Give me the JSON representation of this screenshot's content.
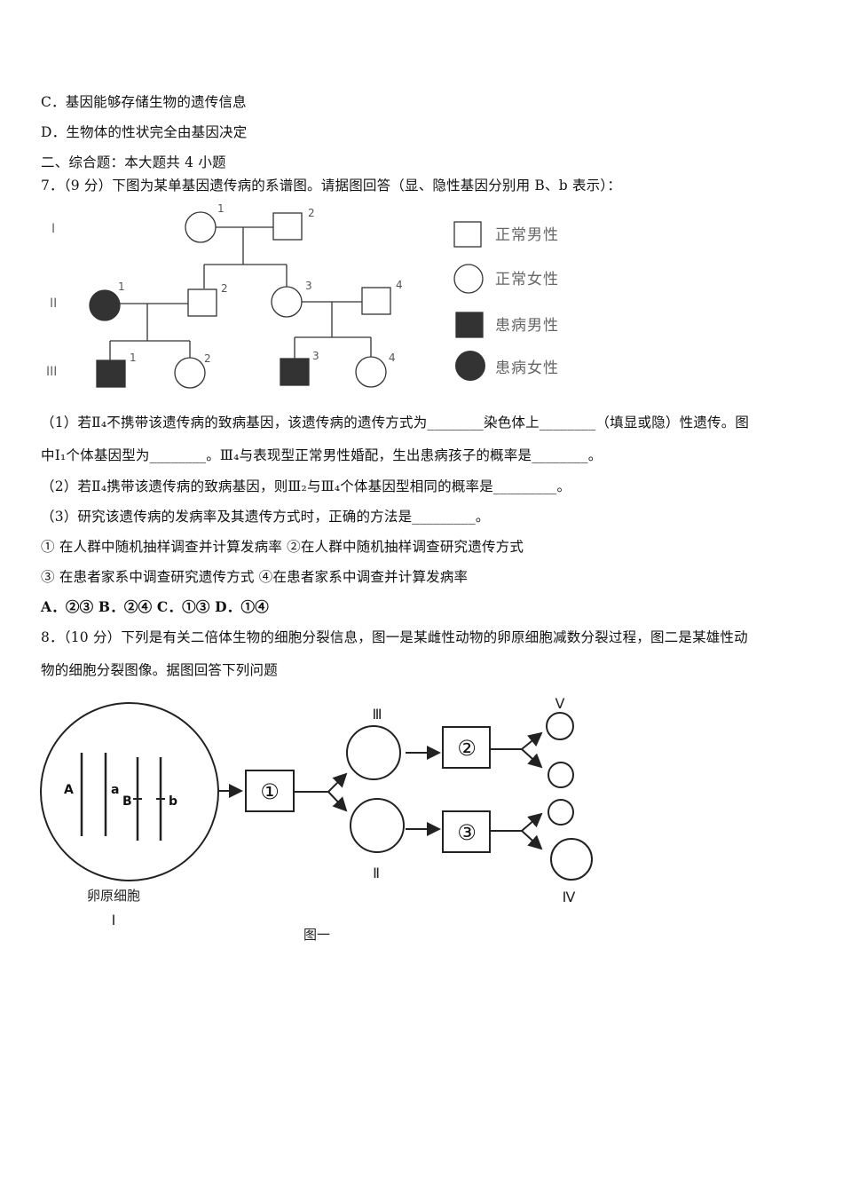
{
  "lines": {
    "opt_c": "C．基因能够存储生物的遗传信息",
    "opt_d": "D．生物体的性状完全由基因决定",
    "section2": "二、综合题：本大题共 4 小题",
    "q7_stem": "7．（9 分）下图为某单基因遗传病的系谱图。请据图回答（显、隐性基因分别用 B、b 表示）：",
    "q7_1a": "（1）若Ⅱ₄不携带该遗传病的致病基因，该遗传病的遗传方式为________染色体上________（填显或隐）性遗传。图",
    "q7_1b": "中Ⅰ₁个体基因型为________。Ⅲ₄与表现型正常男性婚配，生出患病孩子的概率是________。",
    "q7_2": "（2）若Ⅱ₄携带该遗传病的致病基因，则Ⅲ₂与Ⅲ₄个体基因型相同的概率是_________。",
    "q7_3": "（3）研究该遗传病的发病率及其遗传方式时，正确的方法是_________。",
    "q7_m12": "① 在人群中随机抽样调查并计算发病率  ②在人群中随机抽样调查研究遗传方式",
    "q7_m34": "③ 在患者家系中调查研究遗传方式      ④在患者家系中调查并计算发病率",
    "q7_opts": "A．②③     B．②④     C．①③     D．①④",
    "q8_a": "8．（10 分）下列是有关二倍体生物的细胞分裂信息，图一是某雌性动物的卵原细胞减数分裂过程，图二是某雄性动",
    "q8_b": "物的细胞分裂图像。据图回答下列问题"
  },
  "pedigree": {
    "generations": [
      "I",
      "II",
      "III"
    ],
    "numbers": [
      "1",
      "2",
      "1",
      "2",
      "3",
      "4",
      "1",
      "2",
      "3",
      "4"
    ],
    "legend": [
      "正常男性",
      "正常女性",
      "患病男性",
      "患病女性"
    ]
  },
  "figure1": {
    "genes": [
      "A",
      "a",
      "B",
      "b"
    ],
    "steps": [
      "①",
      "②",
      "③"
    ],
    "cells": [
      "Ⅲ",
      "Ⅱ",
      "Ⅴ",
      "Ⅳ"
    ],
    "cell_name": "卵原细胞",
    "cell_roman": "Ⅰ",
    "caption": "图一"
  }
}
